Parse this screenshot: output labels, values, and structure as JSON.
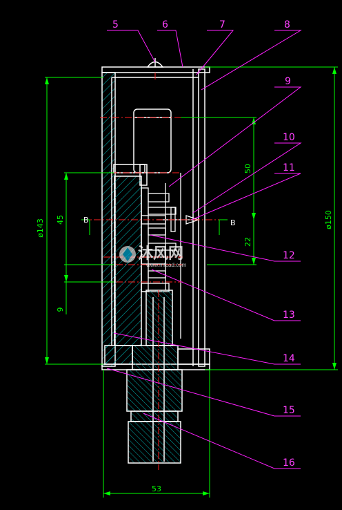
{
  "balloons": [
    "5",
    "6",
    "7",
    "8",
    "9",
    "10",
    "11",
    "12",
    "13",
    "14",
    "15",
    "16"
  ],
  "dimensions": {
    "overall_height": "ø150",
    "inner_height": "ø143",
    "dim_45": "45",
    "dim_9": "9",
    "dim_50": "50",
    "dim_22": "22",
    "width": "53"
  },
  "section_marks": {
    "left": "B",
    "right": "B"
  },
  "watermark": {
    "text": "沐风网",
    "url": "www.mfcad.com"
  },
  "colors": {
    "background": "#000000",
    "outline": "#ffffff",
    "dimension": "#00ff00",
    "leader": "#ff00ff",
    "centerline": "#ff0000",
    "hatch": "#00c8c8"
  }
}
